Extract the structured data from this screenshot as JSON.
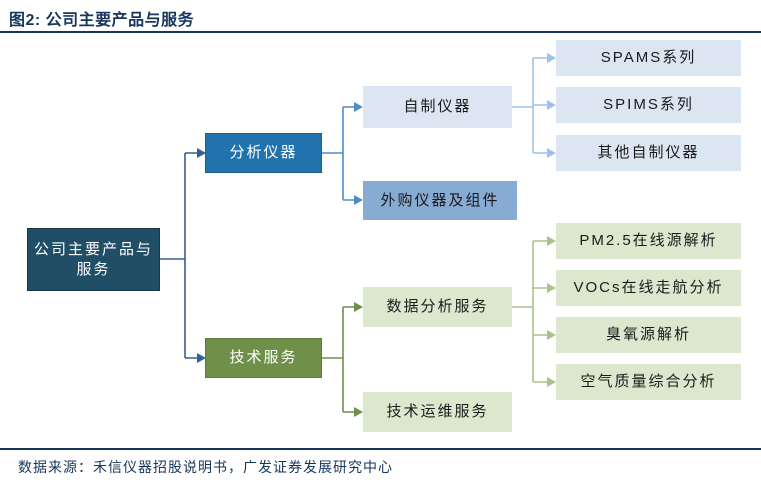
{
  "header": {
    "title": "图2: 公司主要产品与服务"
  },
  "footer": {
    "source": "数据来源：禾信仪器招股说明书，广发证券发展研究中心"
  },
  "colors": {
    "accent_navy": "#16365c",
    "root_fill": "#1f4e66",
    "branch_blue_fill": "#2173ae",
    "branch_green_fill": "#6f9049",
    "leaf_light_blue_fill": "#dce6f2",
    "leaf_medium_blue_fill": "#87abd2",
    "leaf_light_green_fill": "#dce8ce",
    "connector_dark_blue": "#35618e",
    "connector_medium_blue": "#4e8ec5",
    "connector_light_blue": "#9dc3e6",
    "connector_olive": "#6f9049",
    "connector_light_green": "#a9c389"
  },
  "tree": {
    "root": {
      "label": "公司主要产品与服务"
    },
    "branches": [
      {
        "label": "分析仪器",
        "children": [
          {
            "label": "自制仪器",
            "children": [
              "SPAMS系列",
              "SPIMS系列",
              "其他自制仪器"
            ]
          },
          {
            "label": "外购仪器及组件",
            "children": []
          }
        ]
      },
      {
        "label": "技术服务",
        "children": [
          {
            "label": "数据分析服务",
            "children": [
              "PM2.5在线源解析",
              "VOCs在线走航分析",
              "臭氧源解析",
              "空气质量综合分析"
            ]
          },
          {
            "label": "技术运维服务",
            "children": []
          }
        ]
      }
    ]
  }
}
